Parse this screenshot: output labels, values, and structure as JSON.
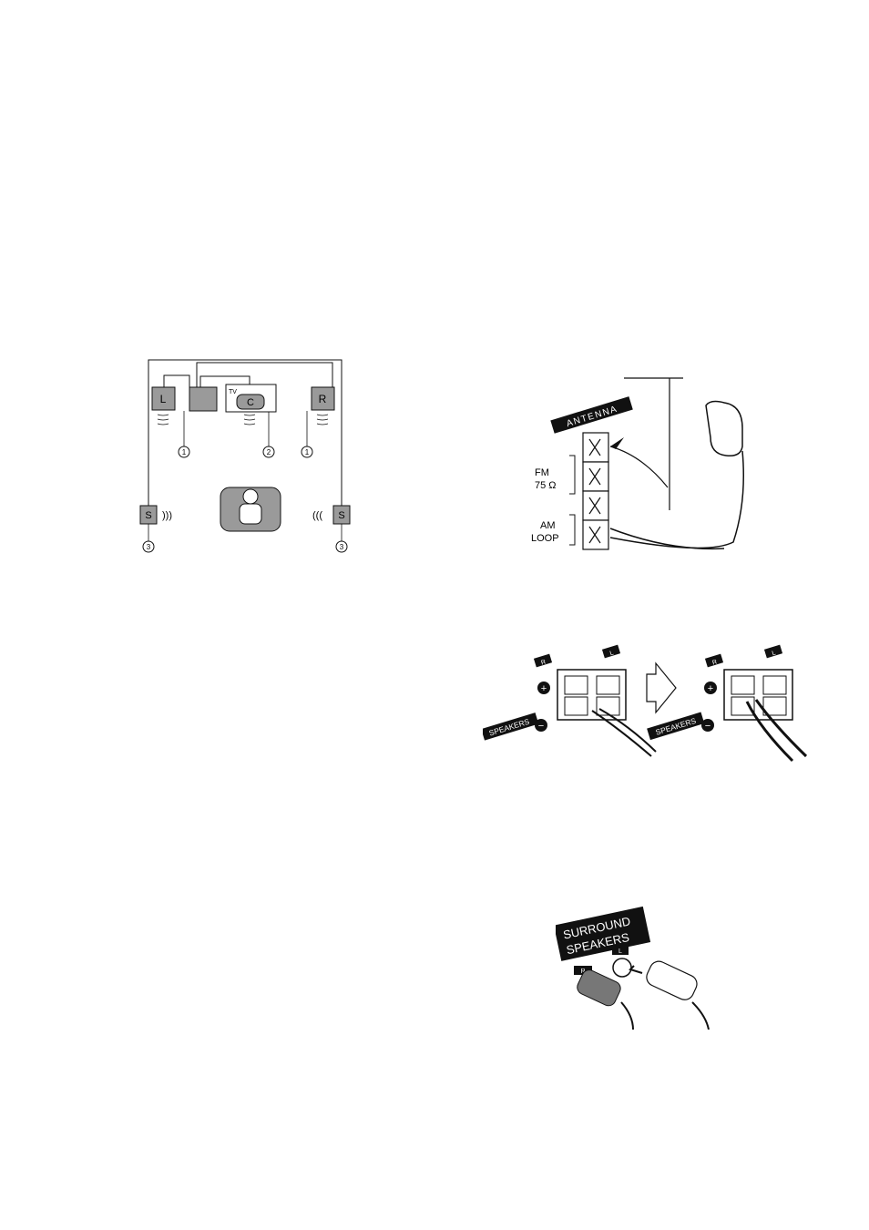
{
  "speaker_layout": {
    "front_left": "L",
    "front_right": "R",
    "center": "C",
    "tv": "TV",
    "surround": "S",
    "callouts": [
      "1",
      "2",
      "1",
      "3",
      "3"
    ]
  },
  "antenna": {
    "header": "ANTENNA",
    "fm": "FM",
    "ohm": "75 Ω",
    "am": "AM",
    "loop": "LOOP"
  },
  "speaker_terminals": {
    "label": "SPEAKERS",
    "plus": "+",
    "minus": "−",
    "right_tag": "R",
    "left_tag": "L"
  },
  "surround": {
    "line1": "SURROUND",
    "line2": "SPEAKERS",
    "right_tag": "R",
    "left_tag": "L"
  },
  "colors": {
    "ink": "#111111",
    "speaker_fill": "#9a9a9a",
    "paper": "#ffffff"
  }
}
